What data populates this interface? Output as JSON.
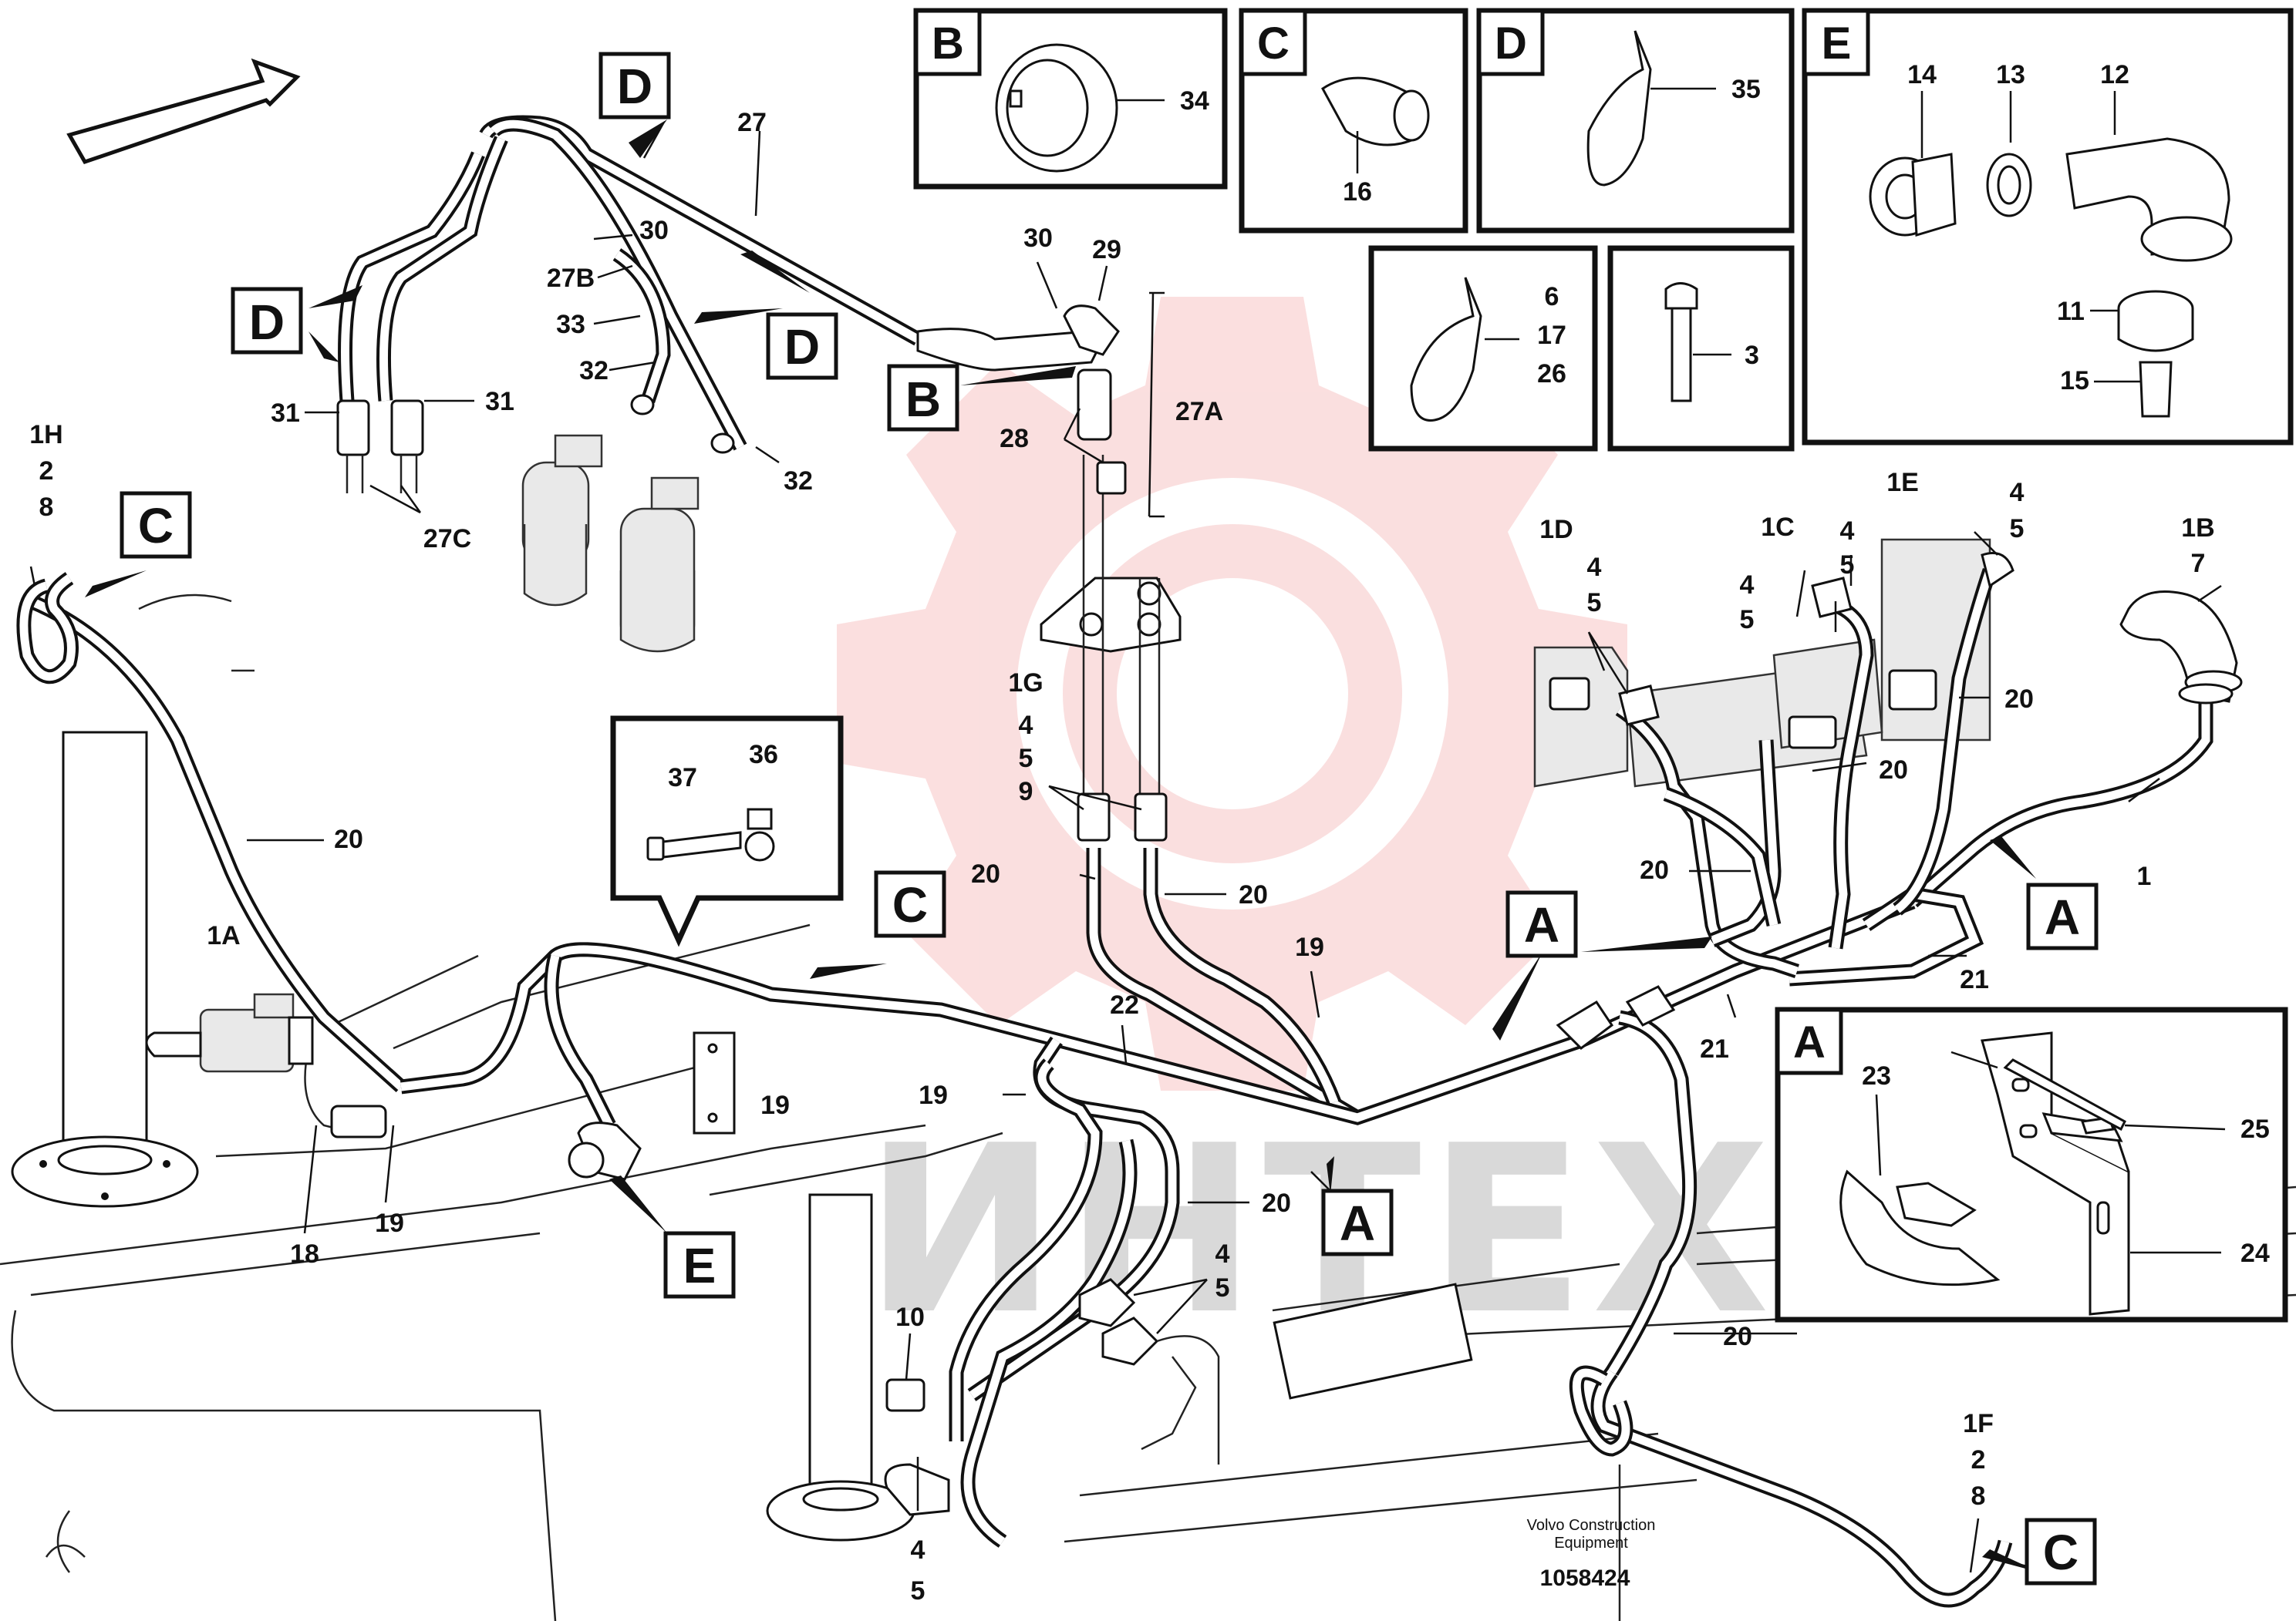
{
  "diagram": {
    "labels": {
      "l27": "27",
      "l30a": "30",
      "l27B": "27B",
      "l33": "33",
      "l32a": "32",
      "l32b": "32",
      "l31a": "31",
      "l31b": "31",
      "l27C": "27C",
      "l30b": "30",
      "l29": "29",
      "l28": "28",
      "l27A": "27A",
      "l1H": "1H",
      "l2a": "2",
      "l8a": "8",
      "l20_left": "20",
      "l1A": "1A",
      "l18": "18",
      "l19a": "19",
      "l37": "37",
      "l36": "36",
      "l19b": "19",
      "l1G": "1G",
      "l4g": "4",
      "l5g": "5",
      "l9g": "9",
      "l20g1": "20",
      "l20g2": "20",
      "l19c": "19",
      "l22": "22",
      "l19d": "19",
      "l20c": "20",
      "l4c": "4",
      "l5c": "5",
      "l10": "10",
      "l4d": "4",
      "l5d": "5",
      "l1D": "1D",
      "l4e": "4",
      "l5e": "5",
      "l1C": "1C",
      "l4f": "4",
      "l5f": "5",
      "l4h": "4",
      "l5h": "5",
      "l1E": "1E",
      "l4i": "4",
      "l5i": "5",
      "l1B": "1B",
      "l7": "7",
      "l20r1": "20",
      "l20r2": "20",
      "l20r3": "20",
      "l1": "1",
      "l21a": "21",
      "l21b": "21",
      "l20r4": "20",
      "l1F": "1F",
      "l2b": "2",
      "l8b": "8"
    },
    "callouts": {
      "D1": "D",
      "D2": "D",
      "D3": "D",
      "B1": "B",
      "C1": "C",
      "C2": "C",
      "C3": "C",
      "E1": "E",
      "A1": "A",
      "A2": "A",
      "A3": "A"
    },
    "detail_boxes": {
      "B": {
        "letter": "B",
        "parts": [
          "34"
        ]
      },
      "C": {
        "letter": "C",
        "parts": [
          "16"
        ]
      },
      "D": {
        "letter": "D",
        "parts": [
          "35"
        ]
      },
      "E": {
        "letter": "E",
        "parts": [
          "14",
          "13",
          "12",
          "11",
          "15"
        ]
      },
      "ties": {
        "parts": [
          "6",
          "17",
          "26"
        ]
      },
      "bolt": {
        "parts": [
          "3"
        ]
      },
      "A": {
        "letter": "A",
        "parts": [
          "23",
          "25",
          "24"
        ]
      }
    },
    "watermark": "ИНТЕХ",
    "footer": {
      "company_line1": "Volvo Construction",
      "company_line2": "Equipment",
      "drawing_number": "1058424"
    }
  }
}
